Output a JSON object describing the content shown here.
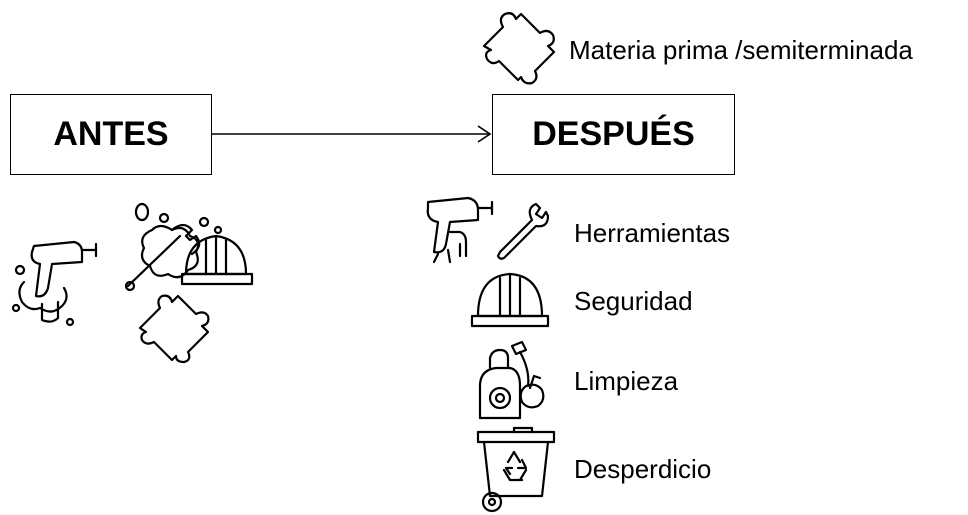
{
  "diagram": {
    "before_label": "ANTES",
    "after_label": "DESPUÉS",
    "raw_material_label": "Materia prima /semiterminada",
    "categories": [
      {
        "label": "Herramientas",
        "icon": "drill-and-wrench-icon"
      },
      {
        "label": "Seguridad",
        "icon": "hard-hat-icon"
      },
      {
        "label": "Limpieza",
        "icon": "pressure-washer-icon"
      },
      {
        "label": "Desperdicio",
        "icon": "recycle-bin-icon"
      }
    ],
    "before_icons": [
      "messy-drill-icon",
      "messy-wrench-icon",
      "messy-hard-hat-icon",
      "puzzle-piece-icon"
    ],
    "raw_material_icon": "puzzle-piece-icon"
  }
}
